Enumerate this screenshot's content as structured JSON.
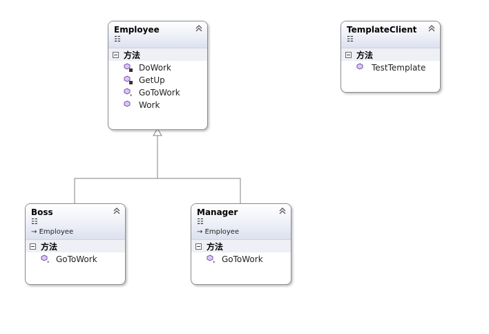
{
  "section_label": "方法",
  "kind_glyph": "☷",
  "classes": {
    "employee": {
      "name": "Employee",
      "members": [
        {
          "name": "DoWork",
          "access": "private"
        },
        {
          "name": "GetUp",
          "access": "private"
        },
        {
          "name": "GoToWork",
          "access": "protected"
        },
        {
          "name": "Work",
          "access": "public"
        }
      ]
    },
    "template_client": {
      "name": "TemplateClient",
      "members": [
        {
          "name": "TestTemplate",
          "access": "public"
        }
      ]
    },
    "boss": {
      "name": "Boss",
      "base": "Employee",
      "members": [
        {
          "name": "GoToWork",
          "access": "protected"
        }
      ]
    },
    "manager": {
      "name": "Manager",
      "base": "Employee",
      "members": [
        {
          "name": "GoToWork",
          "access": "protected"
        }
      ]
    }
  },
  "colors": {
    "method_icon": "#7a4fb0",
    "connector": "#808080"
  }
}
